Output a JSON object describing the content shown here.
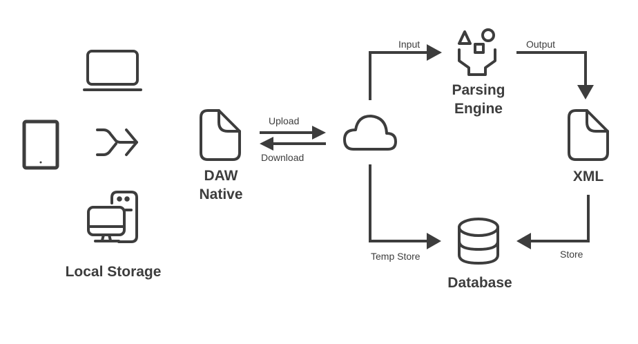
{
  "diagram": {
    "colors": {
      "stroke": "#3d3d3d",
      "background": "#ffffff"
    },
    "nodes": {
      "local_storage": {
        "label": "Local Storage",
        "icons": [
          "laptop-icon",
          "tablet-icon",
          "merge-arrow-icon",
          "desktop-computer-icon"
        ]
      },
      "daw_native": {
        "label": "DAW\nNative",
        "icon": "file-icon"
      },
      "cloud": {
        "label": "",
        "icon": "cloud-icon"
      },
      "parsing_engine": {
        "label": "Parsing\nEngine",
        "icon": "shape-funnel-icon"
      },
      "xml": {
        "label": "XML",
        "icon": "file-icon"
      },
      "database": {
        "label": "Database",
        "icon": "database-icon"
      }
    },
    "edges": [
      {
        "from": "daw_native",
        "to": "cloud",
        "label": "Upload"
      },
      {
        "from": "cloud",
        "to": "daw_native",
        "label": "Download"
      },
      {
        "from": "cloud",
        "to": "parsing_engine",
        "label": "Input"
      },
      {
        "from": "parsing_engine",
        "to": "xml",
        "label": "Output"
      },
      {
        "from": "cloud",
        "to": "database",
        "label": "Temp Store"
      },
      {
        "from": "xml",
        "to": "database",
        "label": "Store"
      }
    ]
  }
}
